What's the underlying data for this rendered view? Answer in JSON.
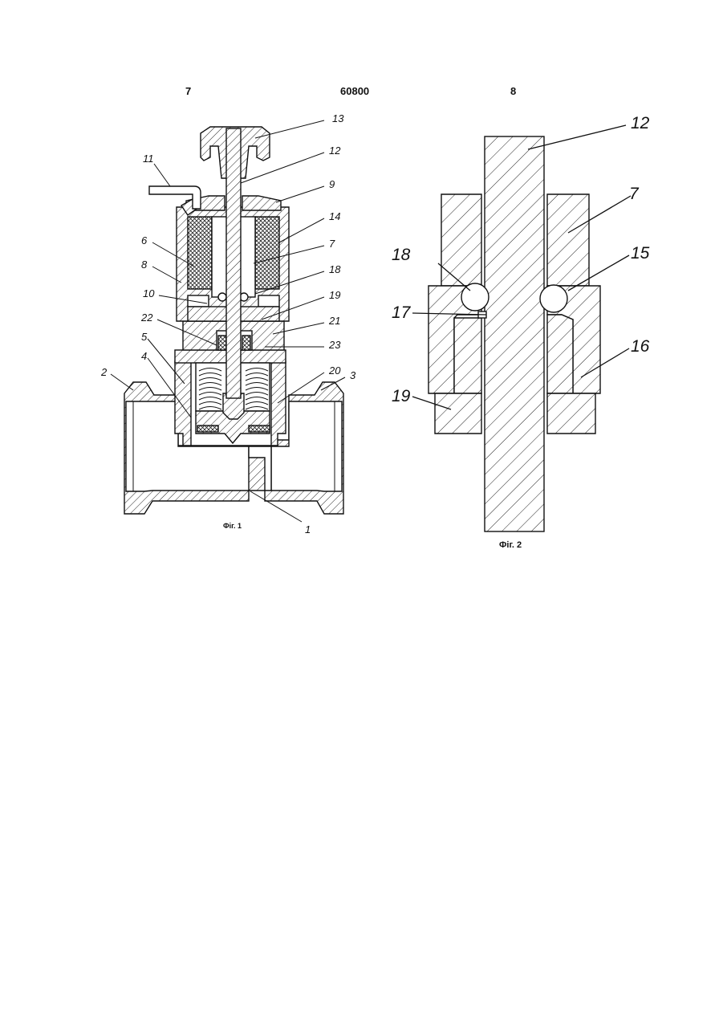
{
  "header": {
    "left_page": "7",
    "patent_number": "60800",
    "right_page": "8"
  },
  "figure1": {
    "caption": "Фіг. 1",
    "labels": [
      {
        "id": "13",
        "text": "13"
      },
      {
        "id": "12",
        "text": "12"
      },
      {
        "id": "11",
        "text": "11"
      },
      {
        "id": "9",
        "text": "9"
      },
      {
        "id": "14",
        "text": "14"
      },
      {
        "id": "6",
        "text": "6"
      },
      {
        "id": "7",
        "text": "7"
      },
      {
        "id": "8",
        "text": "8"
      },
      {
        "id": "18",
        "text": "18"
      },
      {
        "id": "10",
        "text": "10"
      },
      {
        "id": "19",
        "text": "19"
      },
      {
        "id": "22",
        "text": "22"
      },
      {
        "id": "21",
        "text": "21"
      },
      {
        "id": "5",
        "text": "5"
      },
      {
        "id": "23",
        "text": "23"
      },
      {
        "id": "4",
        "text": "4"
      },
      {
        "id": "20",
        "text": "20"
      },
      {
        "id": "2",
        "text": "2"
      },
      {
        "id": "3",
        "text": "3"
      },
      {
        "id": "1",
        "text": "1"
      }
    ]
  },
  "figure2": {
    "caption": "Фіг. 2",
    "labels": [
      {
        "id": "12",
        "text": "12"
      },
      {
        "id": "7",
        "text": "7"
      },
      {
        "id": "18",
        "text": "18"
      },
      {
        "id": "15",
        "text": "15"
      },
      {
        "id": "17",
        "text": "17"
      },
      {
        "id": "16",
        "text": "16"
      },
      {
        "id": "19",
        "text": "19"
      }
    ]
  }
}
